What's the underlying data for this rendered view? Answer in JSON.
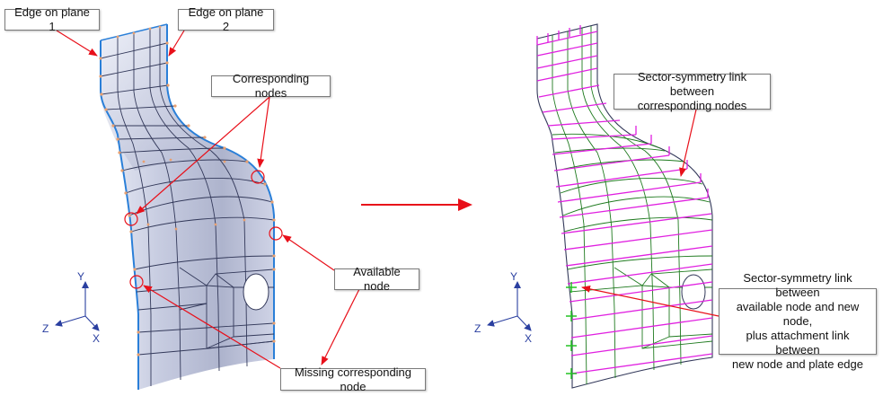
{
  "callouts": {
    "edge_plane1": "Edge on plane 1",
    "edge_plane2": "Edge on plane 2",
    "corresponding_nodes": "Corresponding nodes",
    "available_node": "Available node",
    "missing_node": "Missing corresponding node",
    "sector_link_corresponding_line1": "Sector-symmetry link between",
    "sector_link_corresponding_line2": "corresponding nodes",
    "sector_link_new_line1": "Sector-symmetry link between",
    "sector_link_new_line2": "available node and new node,",
    "sector_link_new_line3": "plus attachment link between",
    "sector_link_new_line4": "new node and plate edge"
  },
  "axes": {
    "y": "Y",
    "z": "Z",
    "x": "X"
  },
  "colors": {
    "annotation_red": "#e8101a",
    "edge_blue": "#2a7fd8",
    "mesh_green": "#1f7a1f",
    "link_magenta": "#e020e0",
    "new_node_green": "#22c322",
    "axis_blue": "#2a3fa0",
    "node_orange": "#e8a070"
  }
}
